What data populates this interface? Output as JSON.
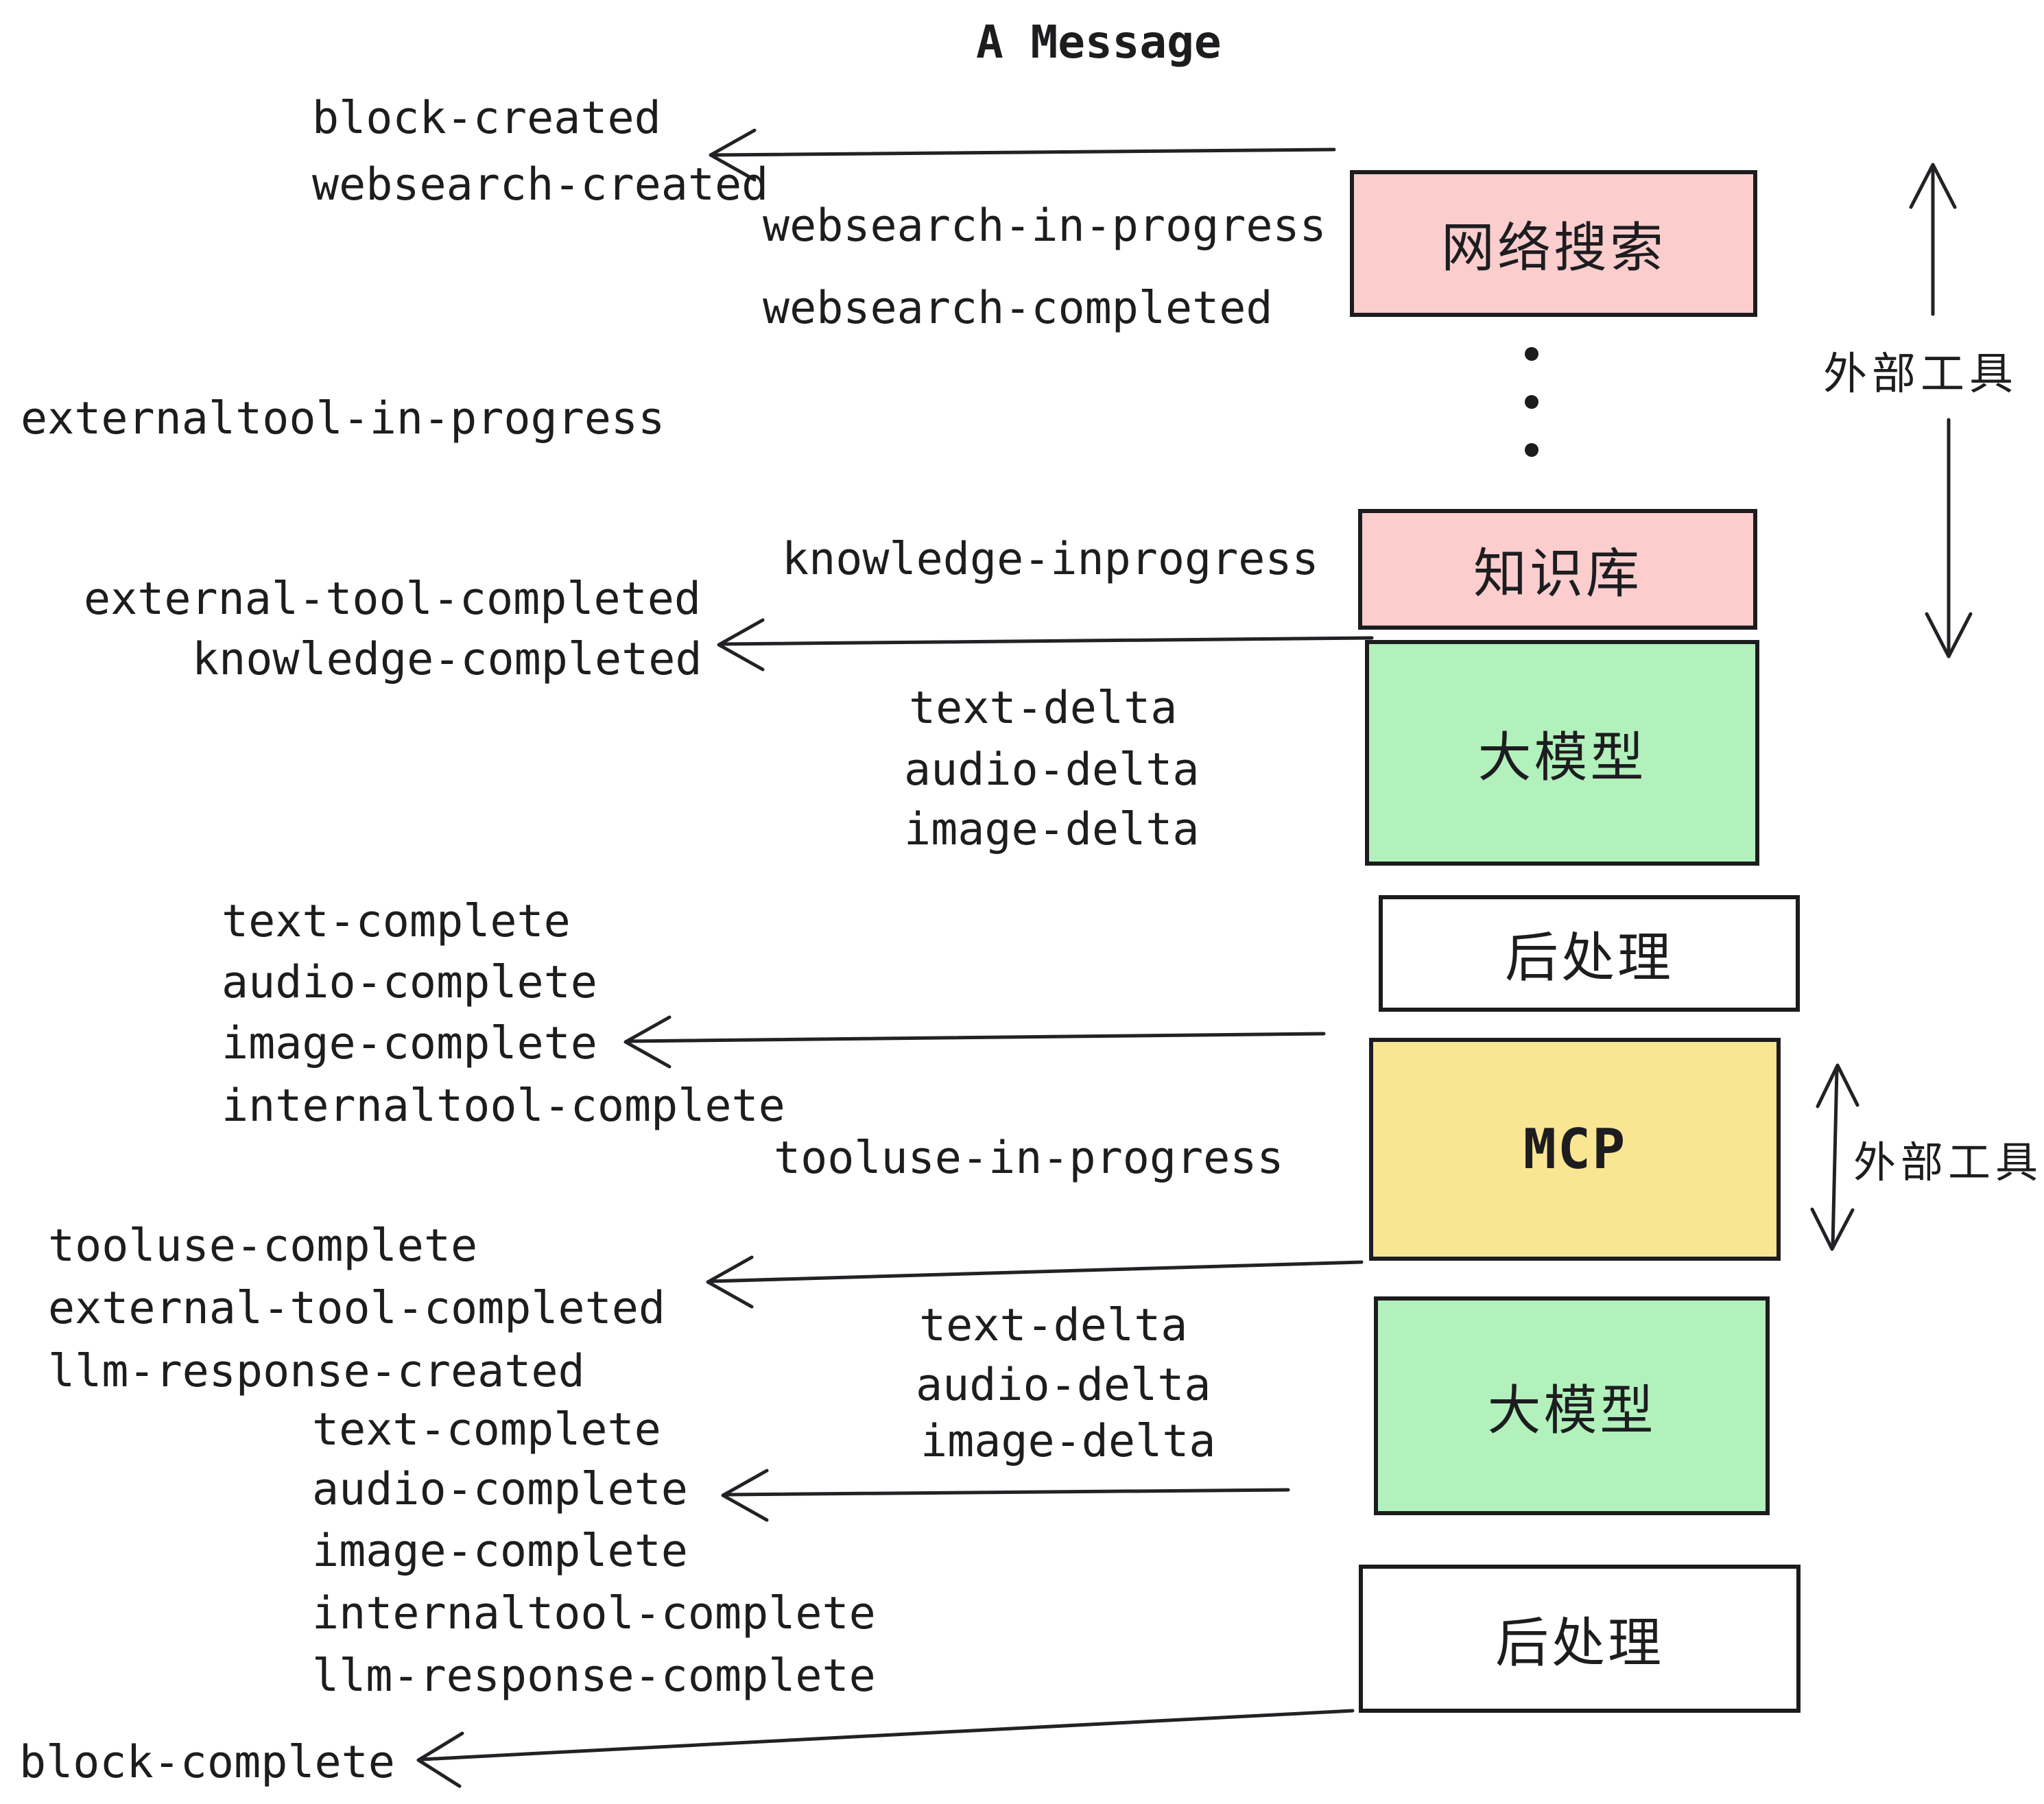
{
  "title": "A Message",
  "boxes": [
    {
      "id": "websearch",
      "label": "网络搜索",
      "color": "#fbcdcd"
    },
    {
      "id": "knowledge",
      "label": "知识库",
      "color": "#fbcdcd"
    },
    {
      "id": "llm-1",
      "label": "大模型",
      "color": "#b2f0bc"
    },
    {
      "id": "post-1",
      "label": "后处理",
      "color": "#ffffff"
    },
    {
      "id": "mcp",
      "label": "MCP",
      "color": "#fae592"
    },
    {
      "id": "llm-2",
      "label": "大模型",
      "color": "#b2f0bc"
    },
    {
      "id": "post-2",
      "label": "后处理",
      "color": "#ffffff"
    }
  ],
  "side_labels": {
    "external_tools_top": "外部工具",
    "external_tools_mcp": "外部工具"
  },
  "events": {
    "block_created": "block-created",
    "websearch_created": "websearch-created",
    "websearch_in_progress": "websearch-in-progress",
    "websearch_completed": "websearch-completed",
    "externaltool_in_progress": "externaltool-in-progress",
    "knowledge_inprogress": "knowledge-inprogress",
    "external_tool_completed_1": "external-tool-completed",
    "knowledge_completed": "knowledge-completed",
    "text_delta_1": "text-delta",
    "audio_delta_1": "audio-delta",
    "image_delta_1": "image-delta",
    "text_complete_1": "text-complete",
    "audio_complete_1": "audio-complete",
    "image_complete_1": "image-complete",
    "internaltool_complete_1": "internaltool-complete",
    "tooluse_in_progress": "tooluse-in-progress",
    "tooluse_complete": "tooluse-complete",
    "external_tool_completed_2": "external-tool-completed",
    "llm_response_created": "llm-response-created",
    "text_delta_2": "text-delta",
    "audio_delta_2": "audio-delta",
    "image_delta_2": "image-delta",
    "text_complete_2": "text-complete",
    "audio_complete_2": "audio-complete",
    "image_complete_2": "image-complete",
    "internaltool_complete_2": "internaltool-complete",
    "llm_response_complete": "llm-response-complete",
    "block_complete": "block-complete"
  },
  "colors": {
    "ink": "#1d1d20",
    "pink": "#fbcdcd",
    "green": "#b2f0bc",
    "yellow": "#fae592",
    "white": "#ffffff"
  }
}
